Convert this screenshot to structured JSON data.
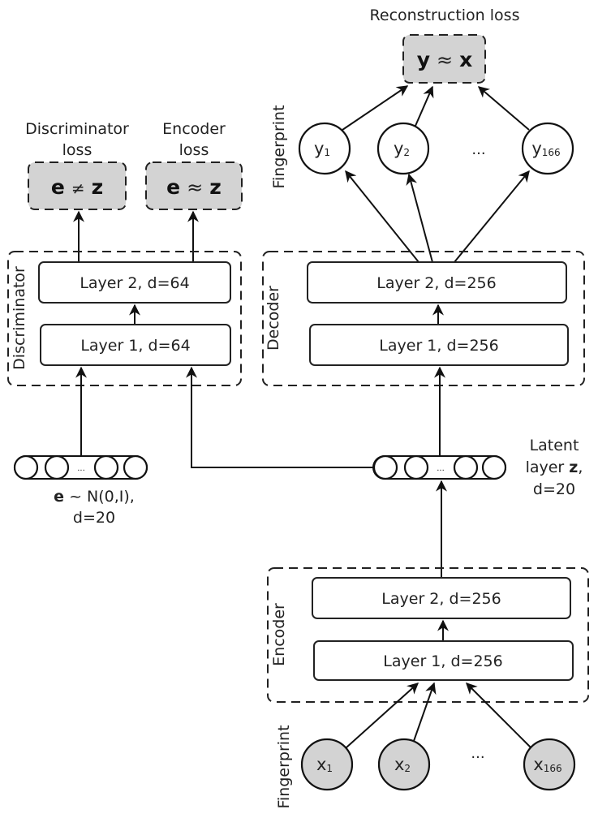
{
  "diagram": {
    "reconstruction": {
      "title": "Reconstruction loss",
      "equation_left": "y",
      "equation_op": "≈",
      "equation_right": "x"
    },
    "discriminator_loss": {
      "title_line1": "Discriminator",
      "title_line2": "loss",
      "equation_left": "e",
      "equation_op": "≠",
      "equation_right": "z"
    },
    "encoder_loss": {
      "title_line1": "Encoder",
      "title_line2": "loss",
      "equation_left": "e",
      "equation_op": "≈",
      "equation_right": "z"
    },
    "output_fingerprint": {
      "label": "Fingerprint",
      "nodes": [
        {
          "base": "y",
          "sub": "1"
        },
        {
          "base": "y",
          "sub": "2"
        },
        {
          "base": "y",
          "sub": "166"
        }
      ],
      "ellipsis": "..."
    },
    "discriminator": {
      "label": "Discriminator",
      "layer2": "Layer 2, d=64",
      "layer1": "Layer 1, d=64"
    },
    "decoder": {
      "label": "Decoder",
      "layer2": "Layer 2, d=256",
      "layer1": "Layer 1, d=256"
    },
    "prior_vector": {
      "ellipsis": "...",
      "caption_bold": "e",
      "caption_rest": " ~ N(0,I),",
      "caption_line2": "d=20"
    },
    "latent_vector": {
      "ellipsis": "...",
      "caption_line1": "Latent",
      "caption_line2_pre": "layer ",
      "caption_line2_bold": "z",
      "caption_line2_post": ",",
      "caption_line3": "d=20"
    },
    "encoder": {
      "label": "Encoder",
      "layer2": "Layer 2, d=256",
      "layer1": "Layer 1, d=256"
    },
    "input_fingerprint": {
      "label": "Fingerprint",
      "nodes": [
        {
          "base": "x",
          "sub": "1"
        },
        {
          "base": "x",
          "sub": "2"
        },
        {
          "base": "x",
          "sub": "166"
        }
      ],
      "ellipsis": "..."
    }
  }
}
